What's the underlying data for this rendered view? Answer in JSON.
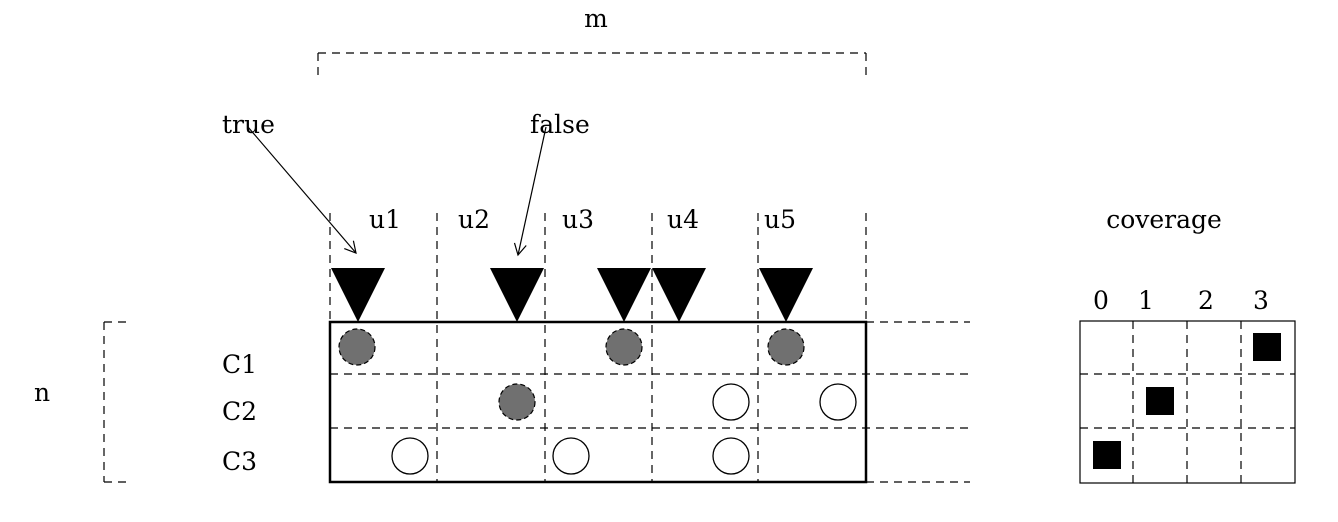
{
  "labels": {
    "m": "m",
    "n": "n",
    "true": "true",
    "false": "false",
    "coverage": "coverage"
  },
  "columns": [
    "u1",
    "u2",
    "u3",
    "u4",
    "u5"
  ],
  "rows": [
    "C1",
    "C2",
    "C3"
  ],
  "coverage_axis": [
    "0",
    "1",
    "2",
    "3"
  ],
  "colors": {
    "line": "#000000",
    "filled_circle": "#707070",
    "empty_circle": "#ffffff",
    "triangle": "#000000",
    "coverage_marker": "#000000"
  }
}
